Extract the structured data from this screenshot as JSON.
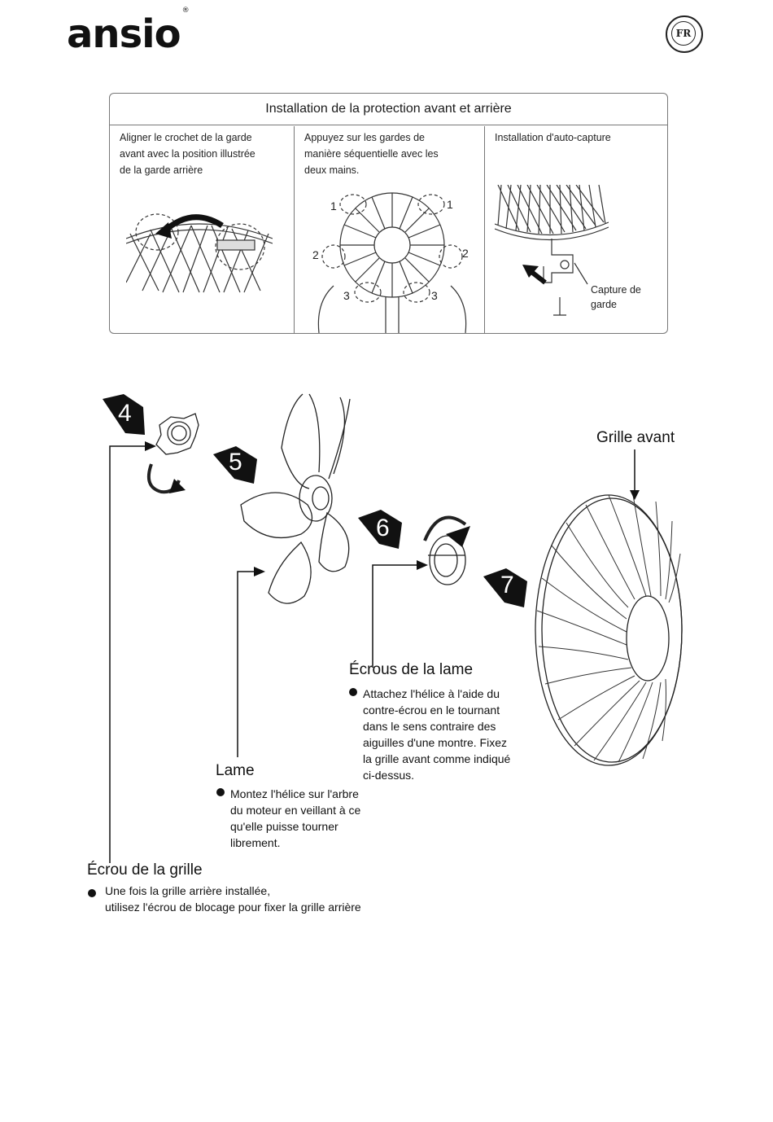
{
  "header": {
    "brand": "ansio",
    "brand_mark": "®",
    "lang_badge": "FR"
  },
  "panel": {
    "title": "Installation de la protection avant et arrière",
    "columns": [
      {
        "text": "Aligner le crochet de la garde\navant avec la position illustrée\nde la garde arrière"
      },
      {
        "text": "Appuyez sur les gardes de\nmanière séquentielle avec les\ndeux mains.",
        "numbers": [
          "1",
          "1",
          "2",
          "2",
          "3",
          "3"
        ]
      },
      {
        "text": "Installation d'auto-capture",
        "callout": "Capture de\ngarde"
      }
    ]
  },
  "diagram": {
    "steps": [
      "4",
      "5",
      "6",
      "7"
    ],
    "grille_avant": "Grille avant",
    "ecrous_lame": {
      "label": "Écrous de la lame",
      "text": "Attachez l'hélice à l'aide du\ncontre-écrou en le tournant\ndans le sens contraire des\naiguilles d'une montre. Fixez\nla grille avant comme indiqué\nci-dessus."
    },
    "lame": {
      "label": "Lame",
      "text": "Montez l'hélice sur l'arbre\ndu moteur en veillant à ce\nqu'elle puisse tourner\nlibrement."
    },
    "ecrou_grille": {
      "label": "Écrou de la grille",
      "text": "Une fois la grille arrière installée,\nutilisez l'écrou de blocage pour fixer la grille arrière"
    }
  }
}
